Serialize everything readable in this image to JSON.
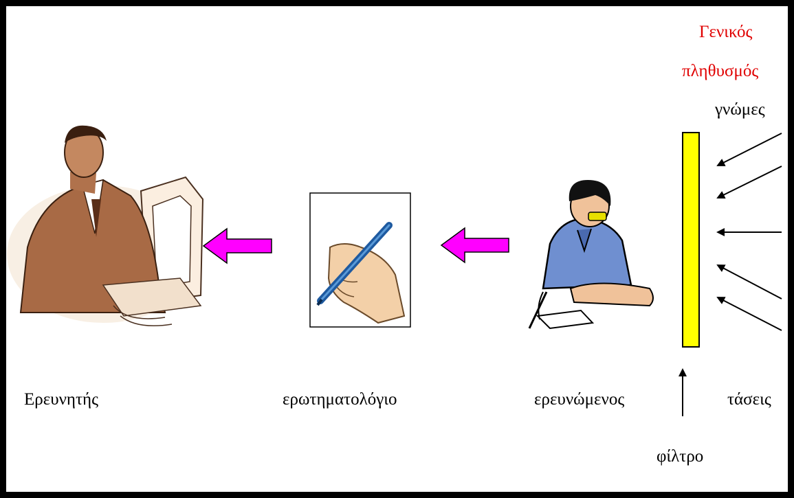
{
  "labels": {
    "population_line1": "Γενικός",
    "population_line2": "πληθυσμός",
    "opinions": "γνώμες",
    "researcher": "Ερευνητής",
    "questionnaire": "ερωτηματολόγιο",
    "respondent": "ερευνώμενος",
    "tendencies": "τάσεις",
    "filter": "φίλτρο"
  },
  "colors": {
    "population_text": "#e00000",
    "flow_arrow_fill": "#ff00ff",
    "filter_fill": "#ffff00"
  },
  "icons": [
    "researcher-clipart-icon",
    "questionnaire-hand-pen-icon",
    "respondent-clipart-icon"
  ]
}
